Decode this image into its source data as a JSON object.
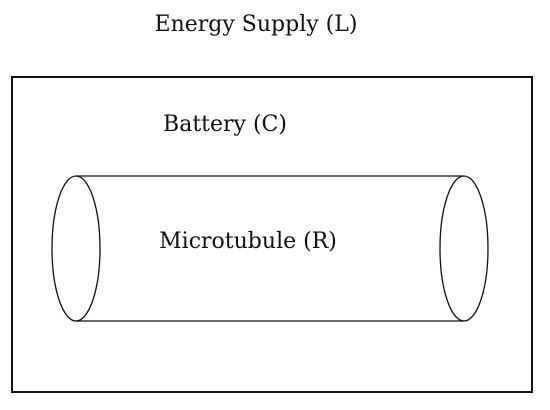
{
  "diagram": {
    "title": "Energy Supply (L)",
    "container_label": "Battery (C)",
    "cylinder_label": "Microtubule (R)",
    "line_color": "#111111",
    "background_color": "#ffffff"
  }
}
